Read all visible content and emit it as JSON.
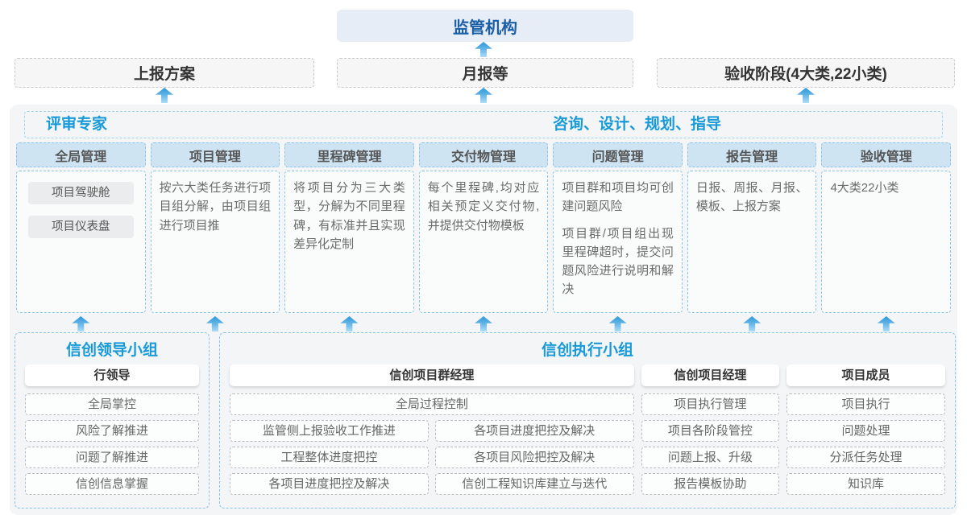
{
  "top": {
    "regulator": "监管机构"
  },
  "reports": [
    {
      "label": "上报方案"
    },
    {
      "label": "月报等"
    },
    {
      "label": "验收阶段(4大类,22小类)"
    }
  ],
  "middle": {
    "left_title": "评审专家",
    "right_title": "咨询、设计、规划、指导",
    "columns": [
      {
        "header": "全局管理",
        "pills": [
          "项目驾驶舱",
          "项目仪表盘"
        ]
      },
      {
        "header": "项目管理",
        "paragraphs": [
          "按六大类任务进行项目组分解，由项目组进行项目推"
        ]
      },
      {
        "header": "里程碑管理",
        "paragraphs": [
          "将项目分为三大类型，分解为不同里程碑，有标准并且实现差异化定制"
        ]
      },
      {
        "header": "交付物管理",
        "paragraphs": [
          "每个里程碑,均对应相关预定义交付物,并提供交付物模板"
        ]
      },
      {
        "header": "问题管理",
        "paragraphs": [
          "项目群和项目均可创建问题风险",
          "项目群/项目组出现里程碑超时，提交问题风险进行说明和解决"
        ]
      },
      {
        "header": "报告管理",
        "paragraphs": [
          "日报、周报、月报、模板、上报方案"
        ]
      },
      {
        "header": "验收管理",
        "paragraphs": [
          "4大类22小类"
        ]
      }
    ]
  },
  "bottom": {
    "leader_group": {
      "title": "信创领导小组",
      "role": "行领导",
      "items": [
        "全局掌控",
        "风险了解推进",
        "问题了解推进",
        "信创信息掌握"
      ]
    },
    "exec_group": {
      "title": "信创执行小组",
      "columns": [
        {
          "role": "信创项目群经理",
          "rows": [
            [
              "全局过程控制"
            ],
            [
              "监管侧上报验收工作推进",
              "各项目进度把控及解决"
            ],
            [
              "工程整体进度把控",
              "各项目风险把控及解决"
            ],
            [
              "各项目进度把控及解决",
              "信创工程知识库建立与迭代"
            ]
          ]
        },
        {
          "role": "信创项目经理",
          "items": [
            "项目执行管理",
            "项目各阶段管控",
            "问题上报、升级",
            "报告模板协助"
          ]
        },
        {
          "role": "项目成员",
          "items": [
            "项目执行",
            "问题处理",
            "分派任务处理",
            "知识库"
          ]
        }
      ]
    }
  },
  "colors": {
    "dark_blue": "#1b5fa6",
    "bright_blue": "#189ad8",
    "header_fill": "#cfe4f3",
    "dashed_blue": "#8cc5e8",
    "panel_gray": "#f3f5f6",
    "arrow_blue": "#2f97d8"
  }
}
